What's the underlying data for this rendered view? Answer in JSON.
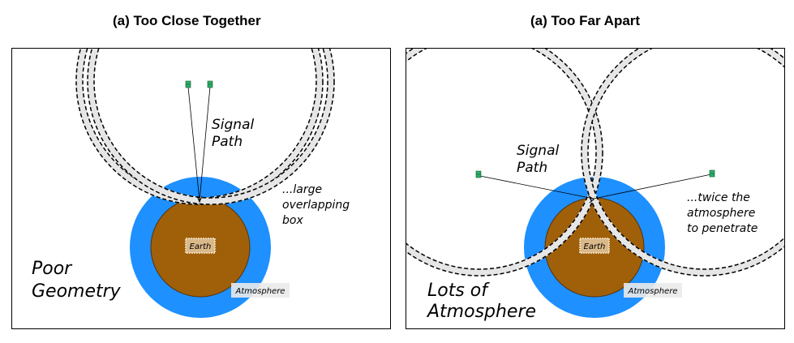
{
  "left_panel": {
    "title": "(a) Too Close Together",
    "signal_path": [
      "Signal",
      "Path"
    ],
    "annotation": [
      "...large",
      "overlapping",
      "box"
    ],
    "caption": [
      "Poor",
      "Geometry"
    ],
    "earth_label": "Earth",
    "atmosphere_label": "Atmosphere"
  },
  "right_panel": {
    "title": "(a) Too Far Apart",
    "signal_path": [
      "Signal",
      "Path"
    ],
    "annotation": [
      "...twice the",
      "atmosphere",
      "to penetrate"
    ],
    "caption": [
      "Lots of",
      "Atmosphere"
    ],
    "earth_label": "Earth",
    "atmosphere_label": "Atmosphere"
  },
  "colors": {
    "atmosphere": "#1E90FF",
    "earth": "#A0600A",
    "label_bg": "#D9B98A",
    "satellite": "#2EAE6A",
    "range_ring": "#000000"
  }
}
